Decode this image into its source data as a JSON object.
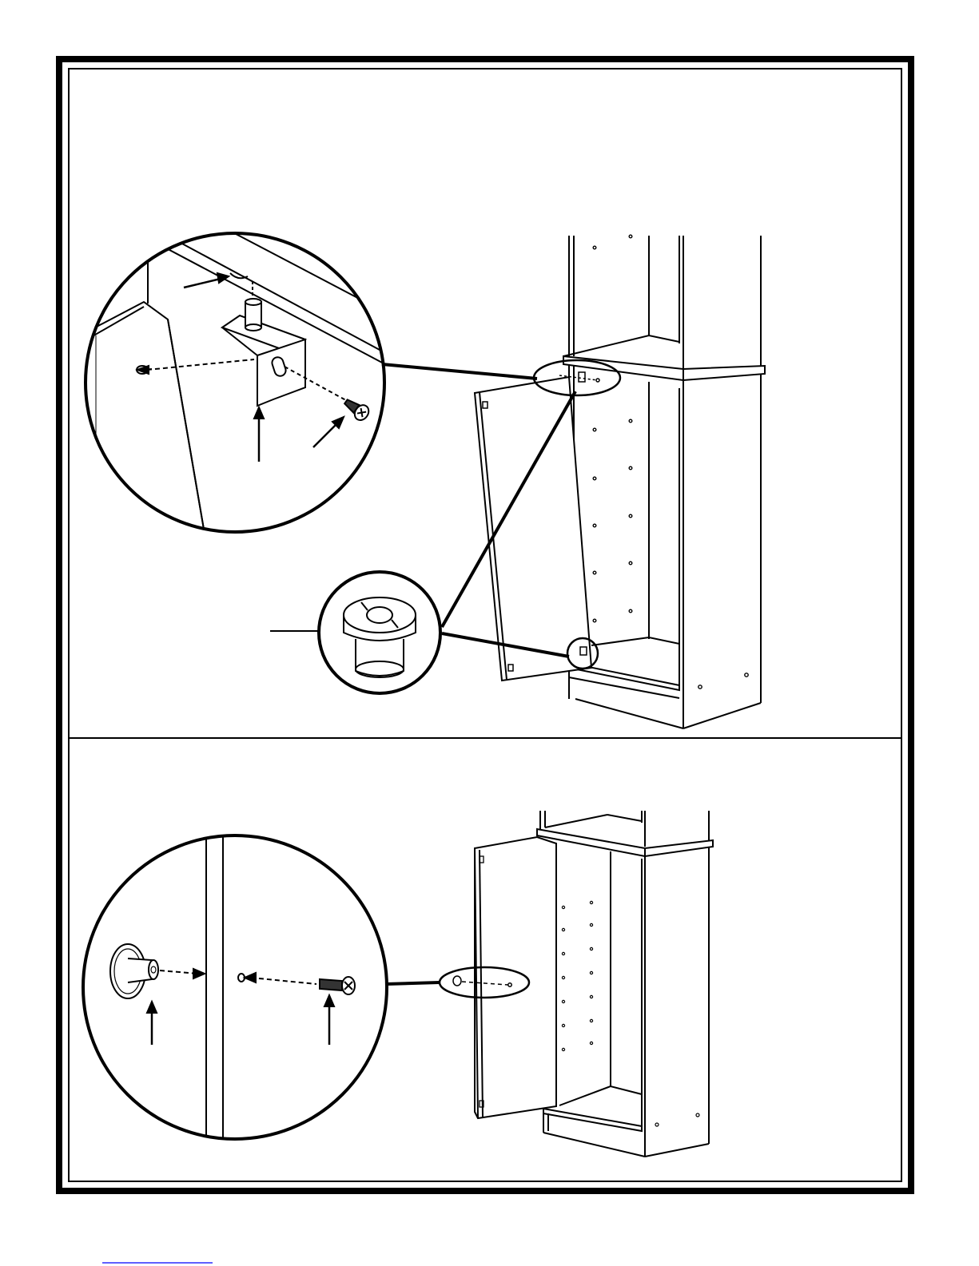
{
  "document": {
    "type": "assembly-instruction-sheet",
    "panels": [
      {
        "id": "upper",
        "content": "door-hinge-and-bumper-installation"
      },
      {
        "id": "lower",
        "content": "door-knob-installation"
      }
    ],
    "colors": {
      "ink": "#000000",
      "paper": "#ffffff",
      "link": "#0000ff",
      "fastener": "#333333"
    }
  }
}
